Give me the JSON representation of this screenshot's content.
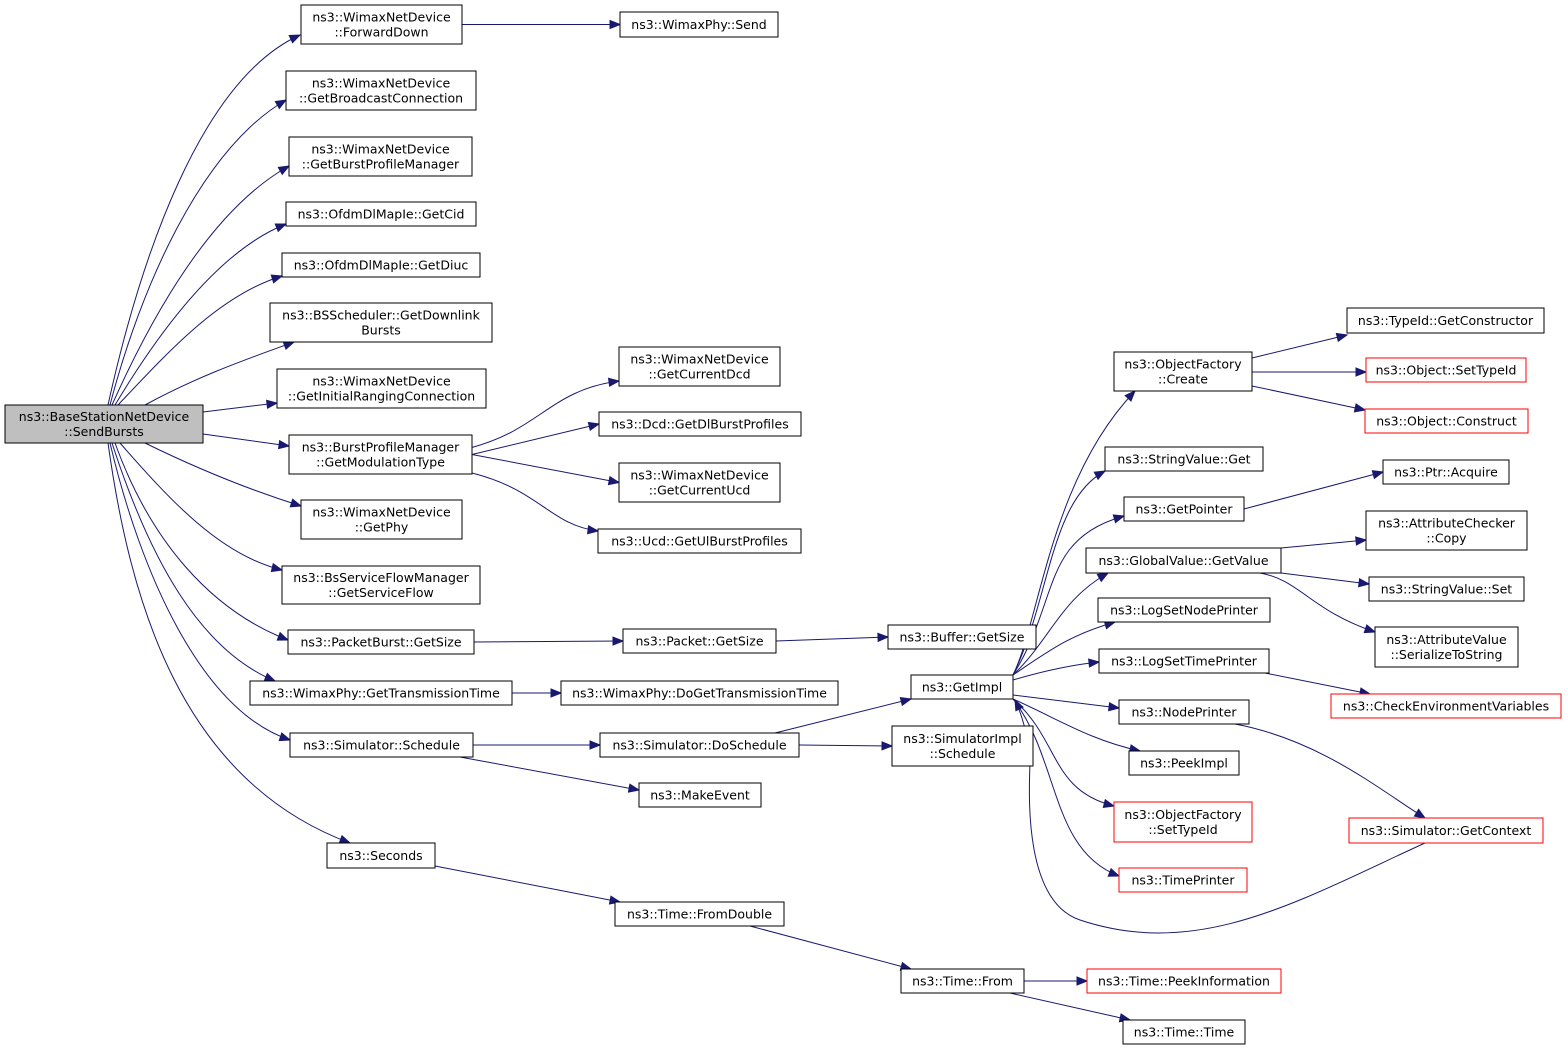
{
  "graph": {
    "nodes": [
      {
        "id": "root",
        "lines": [
          "ns3::BaseStationNetDevice",
          "::SendBursts"
        ],
        "style": "root"
      },
      {
        "id": "forwardDown",
        "lines": [
          "ns3::WimaxNetDevice",
          "::ForwardDown"
        ]
      },
      {
        "id": "wimaxPhySend",
        "lines": [
          "ns3::WimaxPhy::Send"
        ]
      },
      {
        "id": "getBroadcast",
        "lines": [
          "ns3::WimaxNetDevice",
          "::GetBroadcastConnection"
        ]
      },
      {
        "id": "getBurstProfileMgr",
        "lines": [
          "ns3::WimaxNetDevice",
          "::GetBurstProfileManager"
        ]
      },
      {
        "id": "getCid",
        "lines": [
          "ns3::OfdmDlMapIe::GetCid"
        ]
      },
      {
        "id": "getDiuc",
        "lines": [
          "ns3::OfdmDlMapIe::GetDiuc"
        ]
      },
      {
        "id": "getDownlinkBursts",
        "lines": [
          "ns3::BSScheduler::GetDownlink",
          "Bursts"
        ]
      },
      {
        "id": "getInitialRanging",
        "lines": [
          "ns3::WimaxNetDevice",
          "::GetInitialRangingConnection"
        ]
      },
      {
        "id": "getModulationType",
        "lines": [
          "ns3::BurstProfileManager",
          "::GetModulationType"
        ]
      },
      {
        "id": "getCurrentDcd",
        "lines": [
          "ns3::WimaxNetDevice",
          "::GetCurrentDcd"
        ]
      },
      {
        "id": "getDlBurstProfiles",
        "lines": [
          "ns3::Dcd::GetDlBurstProfiles"
        ]
      },
      {
        "id": "getCurrentUcd",
        "lines": [
          "ns3::WimaxNetDevice",
          "::GetCurrentUcd"
        ]
      },
      {
        "id": "getUlBurstProfiles",
        "lines": [
          "ns3::Ucd::GetUlBurstProfiles"
        ]
      },
      {
        "id": "getPhy",
        "lines": [
          "ns3::WimaxNetDevice",
          "::GetPhy"
        ]
      },
      {
        "id": "getServiceFlow",
        "lines": [
          "ns3::BsServiceFlowManager",
          "::GetServiceFlow"
        ]
      },
      {
        "id": "packetBurstGetSize",
        "lines": [
          "ns3::PacketBurst::GetSize"
        ]
      },
      {
        "id": "packetGetSize",
        "lines": [
          "ns3::Packet::GetSize"
        ]
      },
      {
        "id": "bufferGetSize",
        "lines": [
          "ns3::Buffer::GetSize"
        ]
      },
      {
        "id": "getTransmissionTime",
        "lines": [
          "ns3::WimaxPhy::GetTransmissionTime"
        ]
      },
      {
        "id": "doGetTransmissionTime",
        "lines": [
          "ns3::WimaxPhy::DoGetTransmissionTime"
        ]
      },
      {
        "id": "simSchedule",
        "lines": [
          "ns3::Simulator::Schedule"
        ]
      },
      {
        "id": "simDoSchedule",
        "lines": [
          "ns3::Simulator::DoSchedule"
        ]
      },
      {
        "id": "simImplSchedule",
        "lines": [
          "ns3::SimulatorImpl",
          "::Schedule"
        ]
      },
      {
        "id": "makeEvent",
        "lines": [
          "ns3::MakeEvent"
        ]
      },
      {
        "id": "seconds",
        "lines": [
          "ns3::Seconds"
        ]
      },
      {
        "id": "timeFromDouble",
        "lines": [
          "ns3::Time::FromDouble"
        ]
      },
      {
        "id": "timeFrom",
        "lines": [
          "ns3::Time::From"
        ]
      },
      {
        "id": "peekInformation",
        "lines": [
          "ns3::Time::PeekInformation"
        ],
        "style": "red"
      },
      {
        "id": "timeTime",
        "lines": [
          "ns3::Time::Time"
        ]
      },
      {
        "id": "getImpl",
        "lines": [
          "ns3::GetImpl"
        ]
      },
      {
        "id": "objFactoryCreate",
        "lines": [
          "ns3::ObjectFactory",
          "::Create"
        ]
      },
      {
        "id": "stringValueGet",
        "lines": [
          "ns3::StringValue::Get"
        ]
      },
      {
        "id": "getPointer",
        "lines": [
          "ns3::GetPointer"
        ]
      },
      {
        "id": "globalValueGetValue",
        "lines": [
          "ns3::GlobalValue::GetValue"
        ]
      },
      {
        "id": "logSetNodePrinter",
        "lines": [
          "ns3::LogSetNodePrinter"
        ]
      },
      {
        "id": "logSetTimePrinter",
        "lines": [
          "ns3::LogSetTimePrinter"
        ]
      },
      {
        "id": "nodePrinter",
        "lines": [
          "ns3::NodePrinter"
        ]
      },
      {
        "id": "peekImpl",
        "lines": [
          "ns3::PeekImpl"
        ]
      },
      {
        "id": "objFactorySetTypeId",
        "lines": [
          "ns3::ObjectFactory",
          "::SetTypeId"
        ],
        "style": "red"
      },
      {
        "id": "timePrinter",
        "lines": [
          "ns3::TimePrinter"
        ],
        "style": "red"
      },
      {
        "id": "typeIdGetConstructor",
        "lines": [
          "ns3::TypeId::GetConstructor"
        ]
      },
      {
        "id": "objectSetTypeId",
        "lines": [
          "ns3::Object::SetTypeId"
        ],
        "style": "red"
      },
      {
        "id": "objectConstruct",
        "lines": [
          "ns3::Object::Construct"
        ],
        "style": "red"
      },
      {
        "id": "ptrAcquire",
        "lines": [
          "ns3::Ptr::Acquire"
        ]
      },
      {
        "id": "attrCheckerCopy",
        "lines": [
          "ns3::AttributeChecker",
          "::Copy"
        ]
      },
      {
        "id": "stringValueSet",
        "lines": [
          "ns3::StringValue::Set"
        ]
      },
      {
        "id": "attrValueSerialize",
        "lines": [
          "ns3::AttributeValue",
          "::SerializeToString"
        ]
      },
      {
        "id": "checkEnvVars",
        "lines": [
          "ns3::CheckEnvironmentVariables"
        ],
        "style": "red"
      },
      {
        "id": "simGetContext",
        "lines": [
          "ns3::Simulator::GetContext"
        ],
        "style": "red"
      }
    ]
  },
  "colors": {
    "edge": "#191970",
    "root_fill": "#bfbfbf",
    "red_border": "#ff0000",
    "node_border": "#000000"
  }
}
